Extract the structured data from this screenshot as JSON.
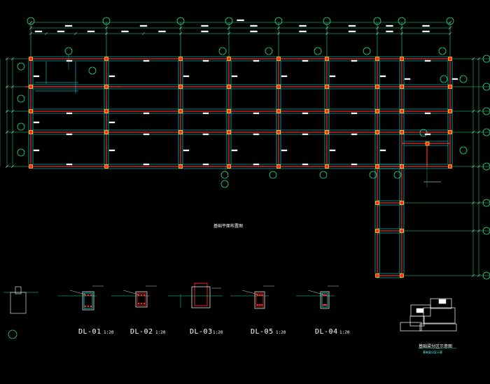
{
  "colors": {
    "background": "#000000",
    "beam": "#ff2a2a",
    "grid_line": "#24e08a",
    "column": "#ffd200",
    "cyan": "#00ffff",
    "white": "#ffffff",
    "magenta": "#ff00ff"
  },
  "plan": {
    "title": "基础平面布置图"
  },
  "sections": [
    {
      "name": "DL-01",
      "scale": "1:20"
    },
    {
      "name": "DL-02",
      "scale": "1:20"
    },
    {
      "name": "DL-03",
      "scale": "1:20"
    },
    {
      "name": "DL-05",
      "scale": "1:20"
    },
    {
      "name": "DL-04",
      "scale": "1:20"
    }
  ],
  "key_plan": {
    "title": "基础梁分区示意图",
    "subtitle": "基础梁分区示意"
  }
}
